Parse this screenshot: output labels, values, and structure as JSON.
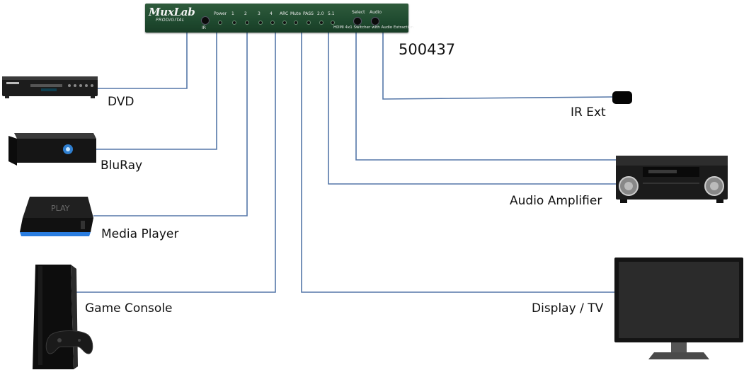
{
  "switcher": {
    "brand": "MuxLab",
    "brand_sub": "PRODIGITAL",
    "ir_label": "IR",
    "front_labels": [
      "Power",
      "1",
      "2",
      "3",
      "4",
      "ARC",
      "Mute",
      "PASS",
      "2.0",
      "5.1",
      "Select",
      "Audio"
    ],
    "description": "HDMI 4x1 Switcher with Audio Extraction",
    "model": "500437"
  },
  "devices": {
    "dvd": "DVD",
    "bluray": "BluRay",
    "media_player": "Media Player",
    "game_console": "Game Console",
    "ir_ext": "IR Ext",
    "audio_amplifier": "Audio Amplifier",
    "display": "Display / TV"
  },
  "colors": {
    "wire": "#4a6fa5",
    "switcher_green": "#244f33"
  }
}
